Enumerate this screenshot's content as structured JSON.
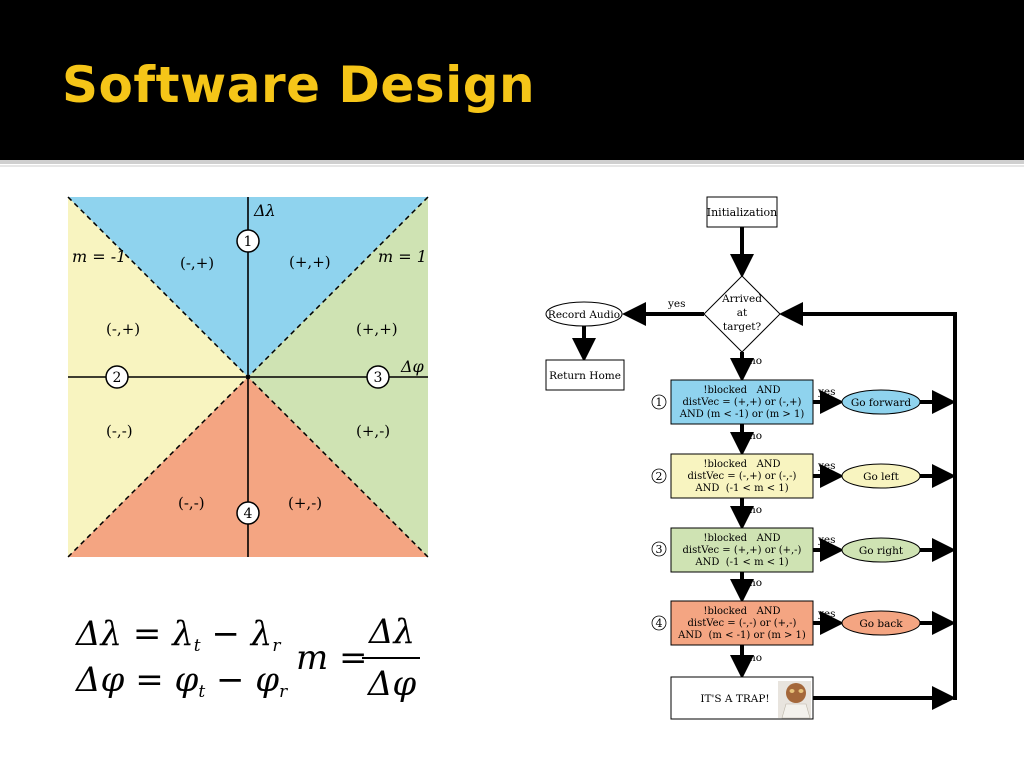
{
  "slide": {
    "title": "Software Design"
  },
  "quadrant": {
    "axes": {
      "y_label": "Δλ",
      "x_label": "Δφ"
    },
    "slopes": {
      "left": "m = -1",
      "right": "m = 1"
    },
    "markers": [
      "1",
      "2",
      "3",
      "4"
    ],
    "regions": {
      "top_left": "(-,+)",
      "top_right": "(+,+)",
      "upper_left": "(-,+)",
      "upper_right": "(+,+)",
      "lower_left": "(-,-)",
      "lower_right": "(+,-)",
      "bottom_left": "(-,-)",
      "bottom_right": "(+,-)"
    },
    "colors": {
      "blue": "#8fd3ee",
      "yellow": "#f8f4c0",
      "green": "#cfe3b3",
      "orange": "#f4a582"
    }
  },
  "equations": {
    "dl_lhs": "Δλ",
    "dl_eq": "=",
    "dl_t": "λ",
    "dl_t_sub": "t",
    "dl_minus": "−",
    "dl_r": "λ",
    "dl_r_sub": "r",
    "dp_lhs": "Δφ",
    "dp_eq": "=",
    "dp_t": "φ",
    "dp_t_sub": "t",
    "dp_minus": "−",
    "dp_r": "φ",
    "dp_r_sub": "r",
    "m_lhs": "m =",
    "m_num": "Δλ",
    "m_den": "Δφ"
  },
  "flowchart": {
    "init": "Initialization",
    "decision": [
      "Arrived",
      "at",
      "target?"
    ],
    "record": "Record Audio",
    "return_home": "Return Home",
    "yes": "yes",
    "no": "no",
    "conditions": [
      {
        "num": "1",
        "l1": "!blocked   AND",
        "l2": "distVec = (+,+) or (-,+)",
        "l3": "AND (m < -1) or (m > 1)",
        "action": "Go forward",
        "color": "#8fd3ee"
      },
      {
        "num": "2",
        "l1": "!blocked   AND",
        "l2": "distVec = (-,+) or (-,-)",
        "l3": "AND  (-1 < m < 1)",
        "action": "Go left",
        "color": "#f8f4c0"
      },
      {
        "num": "3",
        "l1": "!blocked   AND",
        "l2": "distVec = (+,+) or (+,-)",
        "l3": "AND  (-1 < m < 1)",
        "action": "Go right",
        "color": "#cfe3b3"
      },
      {
        "num": "4",
        "l1": "!blocked   AND",
        "l2": "distVec = (-,-) or (+,-)",
        "l3": "AND  (m < -1) or (m > 1)",
        "action": "Go back",
        "color": "#f4a582"
      }
    ],
    "trap": "IT'S A TRAP!"
  }
}
